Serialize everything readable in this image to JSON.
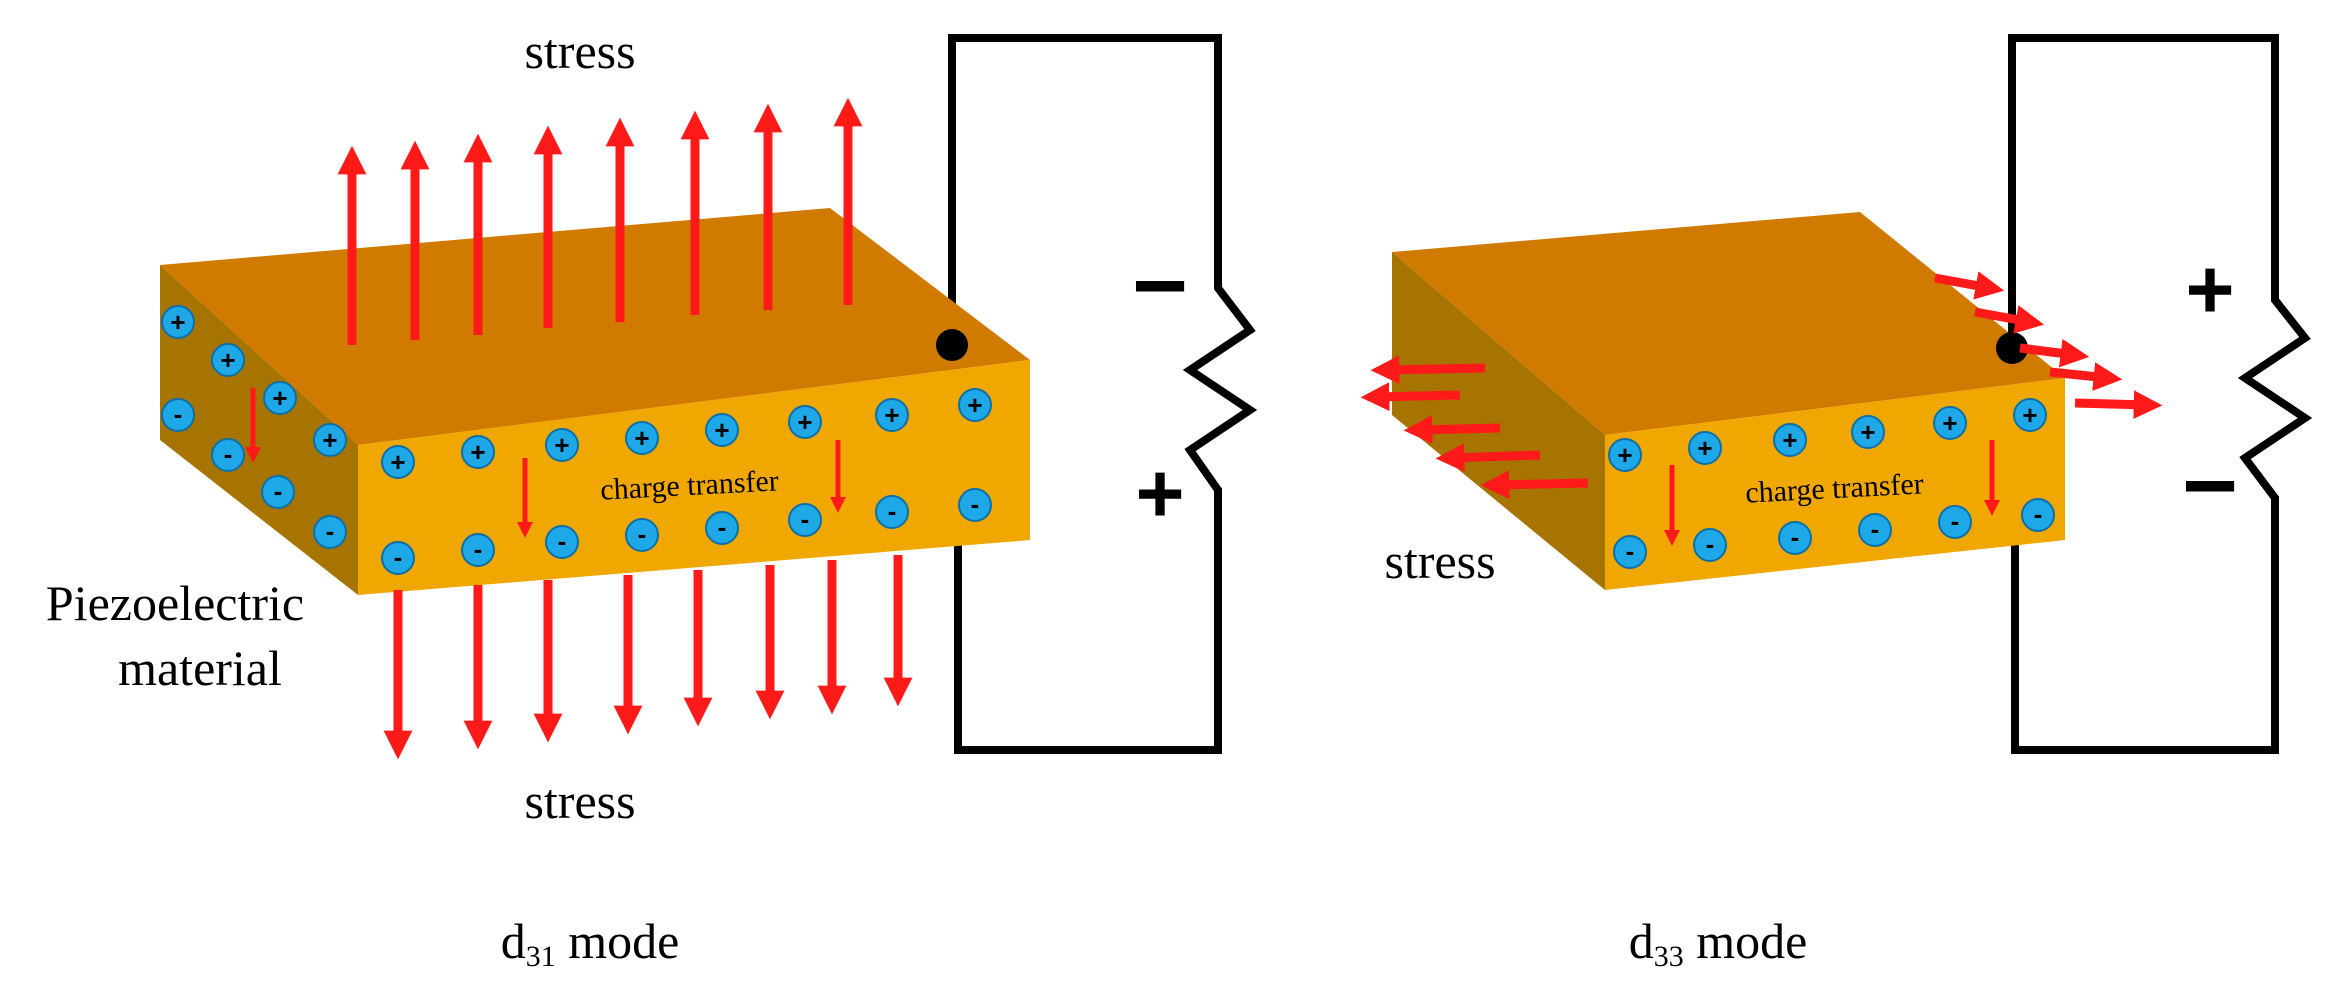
{
  "left_panel": {
    "stress_top": "stress",
    "stress_bottom": "stress",
    "material_line1": "Piezoelectric",
    "material_line2": "material",
    "charge_transfer": "charge transfer",
    "minus_sign": "−",
    "plus_sign": "+",
    "mode_d": "d",
    "mode_sub": "31",
    "mode_word": " mode"
  },
  "right_panel": {
    "stress": "stress",
    "charge_transfer": "charge transfer",
    "plus_sign": "+",
    "minus_sign": "−",
    "mode_d": "d",
    "mode_sub": "33",
    "mode_word": " mode"
  },
  "ions": {
    "plus": "+",
    "minus": "-"
  },
  "colors": {
    "top_face": "#D07A00",
    "front_face": "#F0A800",
    "side_face": "#A87400",
    "arrow": "#FF1A1A",
    "ion": "#1FA8E8",
    "wire": "#000000"
  }
}
